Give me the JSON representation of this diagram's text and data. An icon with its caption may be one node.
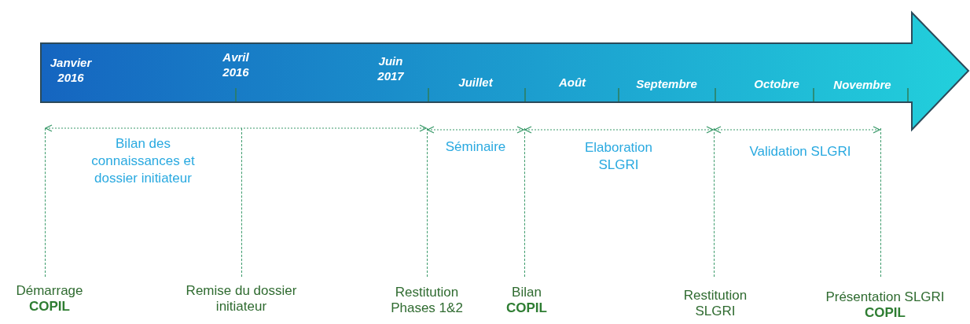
{
  "diagram": {
    "nodes": [
      {
        "text": [
          "Démarrage",
          "COPIL"
        ]
      },
      {
        "text": [
          "Remise du dossier initiateur"
        ]
      },
      {
        "text": [
          "Restitution Phases 1&2"
        ]
      },
      {
        "text": [
          "Bilan",
          "COPIL"
        ]
      },
      {
        "text": [
          "Restitution SLGRI"
        ]
      },
      {
        "text": [
          "Présentation SLGRI",
          "COPIL"
        ]
      }
    ],
    "edges": [
      {
        "from": 0,
        "to": 2,
        "arrow": "both",
        "label": "Bilan des connaissances et dossier initiateur",
        "style": "dashed"
      },
      {
        "from": 2,
        "to": 3,
        "arrow": "both",
        "label": "Séminaire",
        "style": "dashed"
      },
      {
        "from": 3,
        "to": 4,
        "arrow": "both",
        "label": "Elaboration SLGRI",
        "style": "dashed"
      },
      {
        "from": 4,
        "to": 5,
        "arrow": "both",
        "label": "Validation SLGRI",
        "style": "dashed"
      }
    ],
    "labels": [
      "Janvier 2016",
      "Avril 2016",
      "Juin 2017",
      "Juillet",
      "Août",
      "Septembre",
      "Octobre",
      "Novembre"
    ]
  }
}
